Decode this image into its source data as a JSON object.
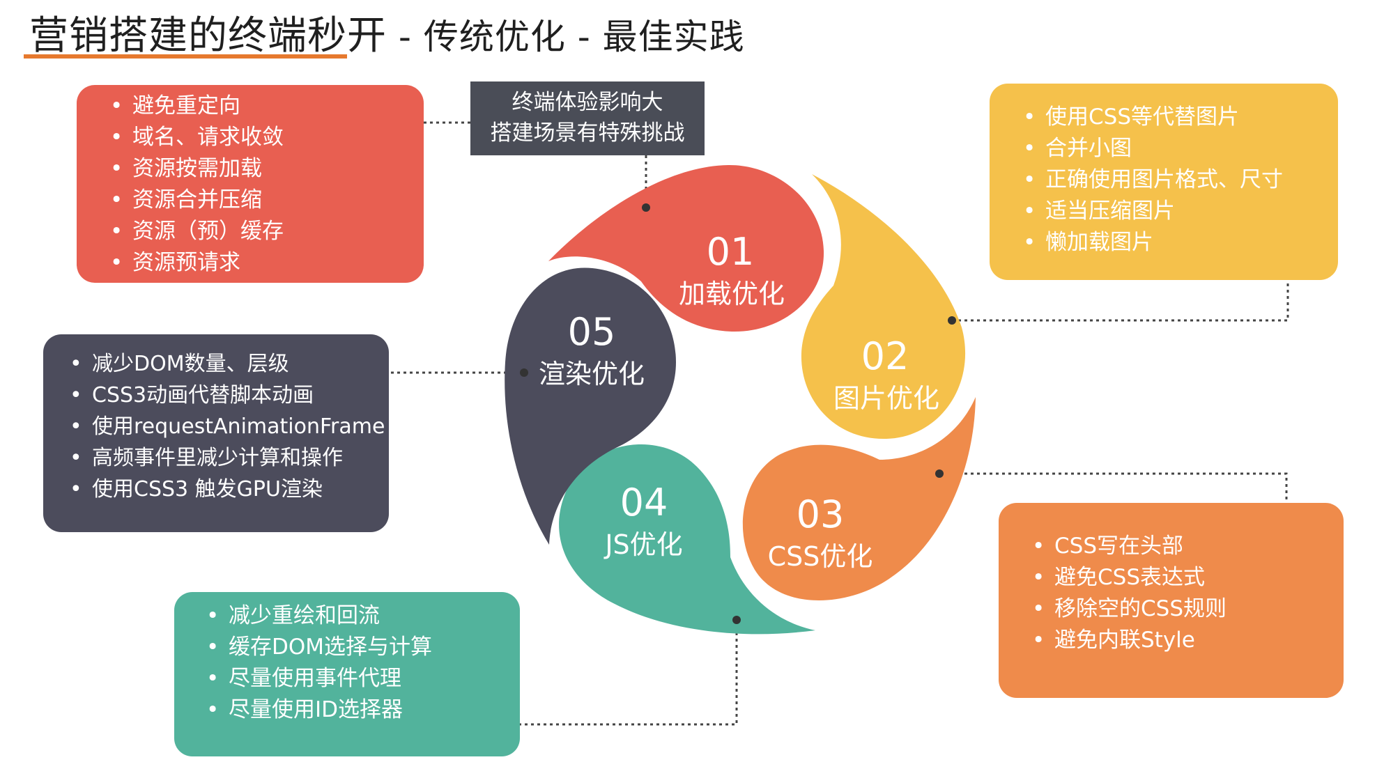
{
  "title": {
    "main": "营销搭建的终端秒开",
    "sub": " - 传统优化 - 最佳实践"
  },
  "colors": {
    "accent_rule": "#e6792e",
    "load": "#e85f51",
    "image": "#f5c14b",
    "css": "#ef8b4b",
    "js": "#52b39c",
    "render": "#4c4c5c",
    "note": "#4a4d57"
  },
  "note": {
    "line1": "终端体验影响大",
    "line2": "搭建场景有特殊挑战"
  },
  "petals": [
    {
      "num": "01",
      "label": "加载优化"
    },
    {
      "num": "02",
      "label": "图片优化"
    },
    {
      "num": "03",
      "label": "CSS优化"
    },
    {
      "num": "04",
      "label": "JS优化"
    },
    {
      "num": "05",
      "label": "渲染优化"
    }
  ],
  "boxes": {
    "load": [
      "避免重定向",
      "域名、请求收敛",
      "资源按需加载",
      "资源合并压缩",
      "资源（预）缓存",
      "资源预请求"
    ],
    "image": [
      "使用CSS等代替图片",
      "合并小图",
      "正确使用图片格式、尺寸",
      "适当压缩图片",
      "懒加载图片"
    ],
    "css": [
      "CSS写在头部",
      "避免CSS表达式",
      "移除空的CSS规则",
      "避免内联Style"
    ],
    "js": [
      "减少重绘和回流",
      "缓存DOM选择与计算",
      "尽量使用事件代理",
      "尽量使用ID选择器"
    ],
    "render": [
      "减少DOM数量、层级",
      "CSS3动画代替脚本动画",
      "使用requestAnimationFrame",
      "高频事件里减少计算和操作",
      "使用CSS3 触发GPU渲染"
    ]
  }
}
